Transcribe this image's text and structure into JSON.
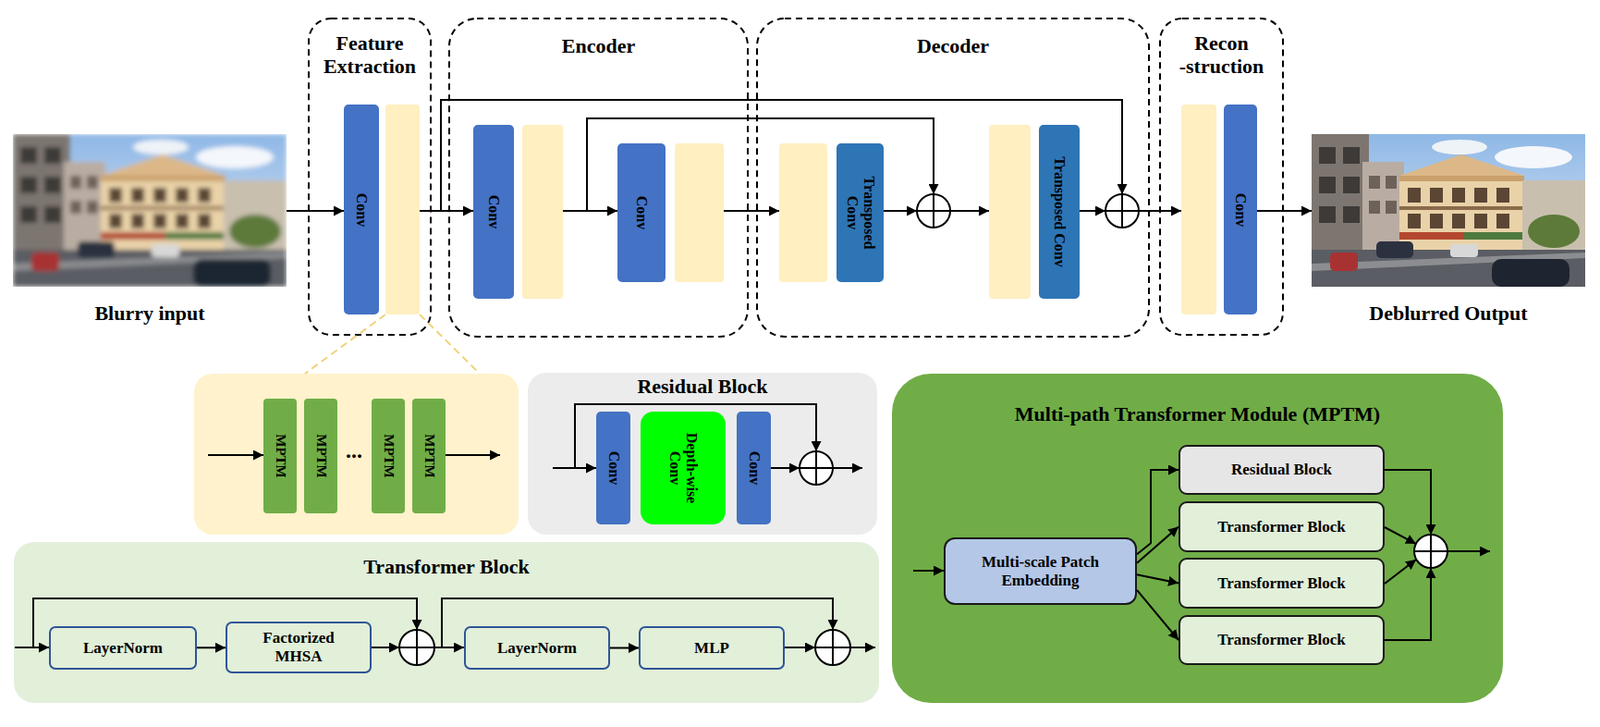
{
  "diagram": {
    "nodes": [
      {
        "text": [
          "Feature Extraction"
        ]
      },
      {
        "text": [
          "Conv"
        ],
        "in": 0
      },
      {
        "text": [
          "Encoder"
        ]
      },
      {
        "text": [
          "Conv"
        ],
        "in": 2
      },
      {
        "text": [
          "Conv"
        ],
        "in": 2
      },
      {
        "text": [
          "Decoder"
        ]
      },
      {
        "text": [
          "Transposed Conv"
        ],
        "in": 5
      },
      {
        "text": [
          "Transposed Conv"
        ],
        "in": 5
      },
      {
        "text": [
          "Recon -struction"
        ]
      },
      {
        "text": [
          "Conv"
        ],
        "in": 8
      },
      {
        "text": [
          "MPTM"
        ]
      },
      {
        "text": [
          "MPTM"
        ]
      },
      {
        "text": [
          "MPTM"
        ]
      },
      {
        "text": [
          "MPTM"
        ]
      },
      {
        "text": [
          "Residual Block"
        ]
      },
      {
        "text": [
          "Conv"
        ],
        "in": 14
      },
      {
        "text": [
          "Depth-wise Conv"
        ],
        "in": 14
      },
      {
        "text": [
          "Conv"
        ],
        "in": 14
      },
      {
        "text": [
          "Multi-path Transformer Module (MPTM)"
        ]
      },
      {
        "text": [
          "Multi-scale Patch Embedding"
        ],
        "in": 18
      },
      {
        "text": [
          "Residual Block"
        ],
        "in": 18
      },
      {
        "text": [
          "Transformer Block"
        ],
        "in": 18
      },
      {
        "text": [
          "Transformer Block"
        ],
        "in": 18
      },
      {
        "text": [
          "Transformer Block"
        ],
        "in": 18
      },
      {
        "text": [
          "Transformer Block"
        ]
      },
      {
        "text": [
          "LayerNorm"
        ],
        "in": 24
      },
      {
        "text": [
          "Factorized MHSA"
        ],
        "in": 24
      },
      {
        "text": [
          "LayerNorm"
        ],
        "in": 24
      },
      {
        "text": [
          "MLP"
        ],
        "in": 24
      }
    ],
    "edges": [
      {
        "from": 25,
        "to": 26,
        "arrow": "to"
      },
      {
        "from": 27,
        "to": 28,
        "arrow": "to"
      },
      {
        "from": 19,
        "to": 20,
        "arrow": "to"
      },
      {
        "from": 19,
        "to": 21,
        "arrow": "to"
      },
      {
        "from": 19,
        "to": 22,
        "arrow": "to"
      },
      {
        "from": 19,
        "to": 23,
        "arrow": "to"
      }
    ],
    "labels": [
      "Blurry input",
      "Deblurred Output",
      "..."
    ]
  }
}
